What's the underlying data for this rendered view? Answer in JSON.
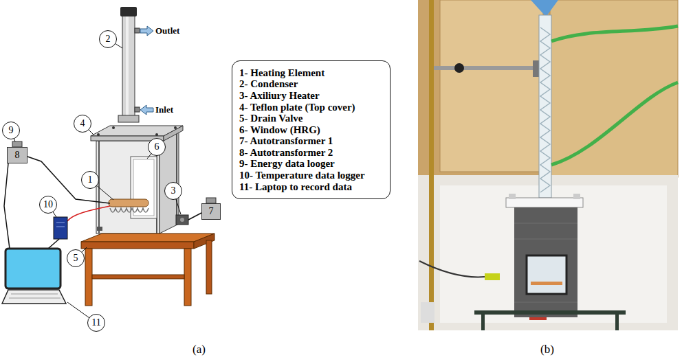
{
  "diagram": {
    "nodes": [
      {
        "text": [
          "1- Heating Element",
          "2- Condenser",
          "3- Axiliury Heater",
          "4- Teflon plate (Top cover)",
          "5- Drain Valve",
          "6- Window (HRG)",
          "7- Autotransformer 1",
          "8- Autotransformer 2",
          "9- Energy data looger",
          "10- Temperature data logger",
          "11- Laptop to record data"
        ]
      },
      {
        "text": [
          "1"
        ]
      },
      {
        "text": [
          "2"
        ]
      },
      {
        "text": [
          "3"
        ]
      },
      {
        "text": [
          "4"
        ]
      },
      {
        "text": [
          "5"
        ]
      },
      {
        "text": [
          "6"
        ]
      },
      {
        "text": [
          "7"
        ]
      },
      {
        "text": [
          "8"
        ]
      },
      {
        "text": [
          "9"
        ]
      },
      {
        "text": [
          "10"
        ]
      },
      {
        "text": [
          "11"
        ]
      }
    ],
    "labels": [
      "Outlet",
      "Inlet",
      "(a)",
      "(b)"
    ]
  }
}
